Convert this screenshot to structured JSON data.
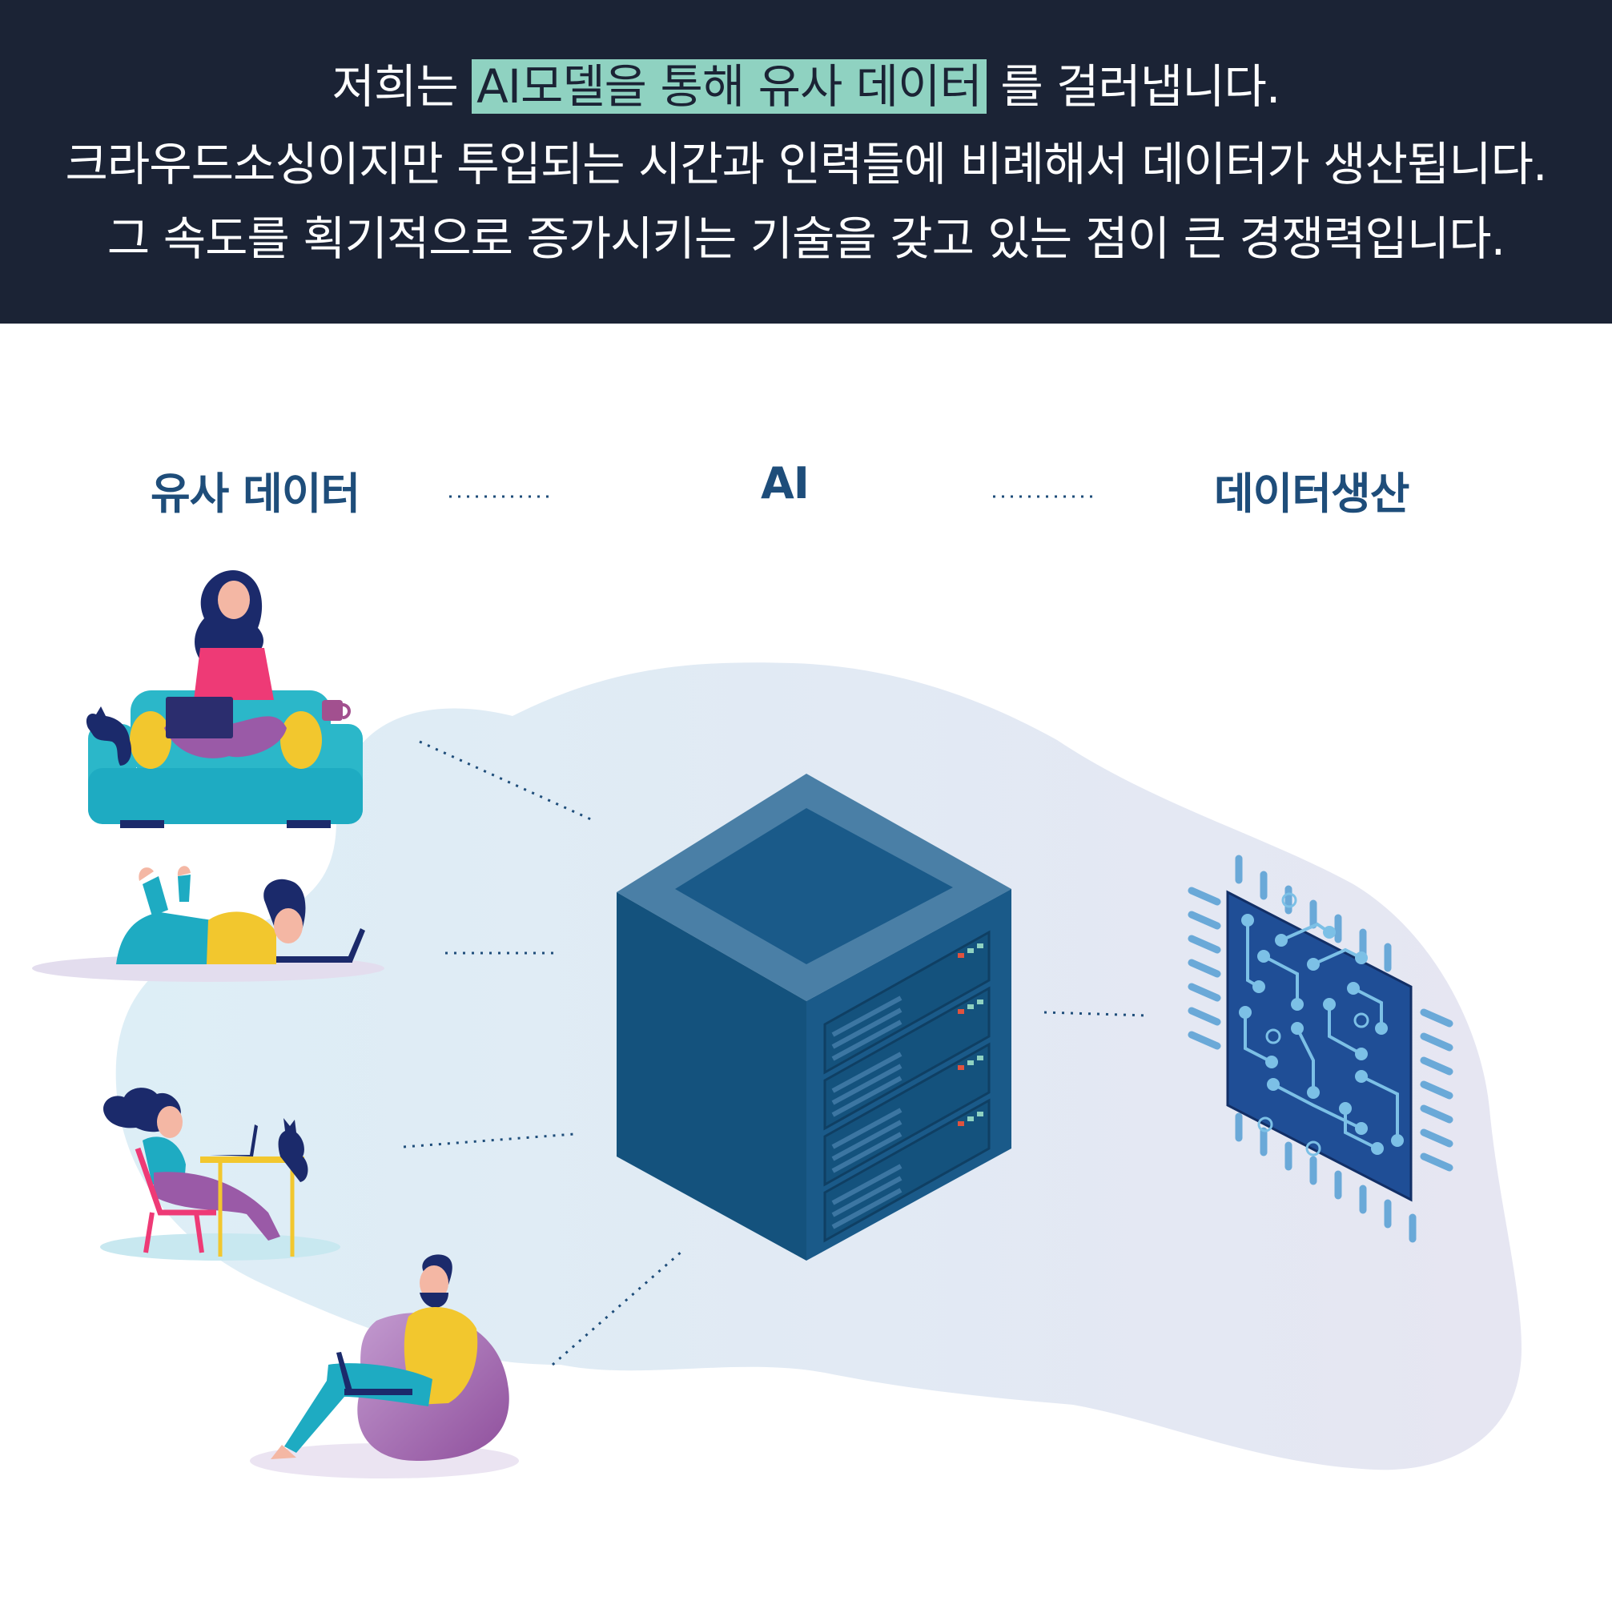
{
  "header": {
    "line1_pre": "저희는",
    "line1_highlight": "AI모델을 통해 유사 데이터",
    "line1_post": "를 걸러냅니다.",
    "line2": "크라우드소싱이지만 투입되는 시간과 인력들에 비례해서 데이터가 생산됩니다.",
    "line3": "그 속도를 획기적으로 증가시키는 기술을 갖고 있는 점이 큰 경쟁력입니다."
  },
  "flow": {
    "similar_data": "유사 데이터",
    "ai": "AI",
    "data_production": "데이터생산"
  },
  "colors": {
    "header_bg": "#1b2335",
    "highlight": "#8fd2c1",
    "label": "#1e4d7a",
    "server": "#14527d",
    "chip": "#1f4e96",
    "blob": "#e3eef6"
  },
  "icons": [
    "woman-on-sofa-icon",
    "woman-lying-icon",
    "woman-at-desk-icon",
    "man-on-beanbag-icon",
    "server-icon",
    "circuit-chip-icon",
    "cat-icon",
    "mug-icon"
  ]
}
